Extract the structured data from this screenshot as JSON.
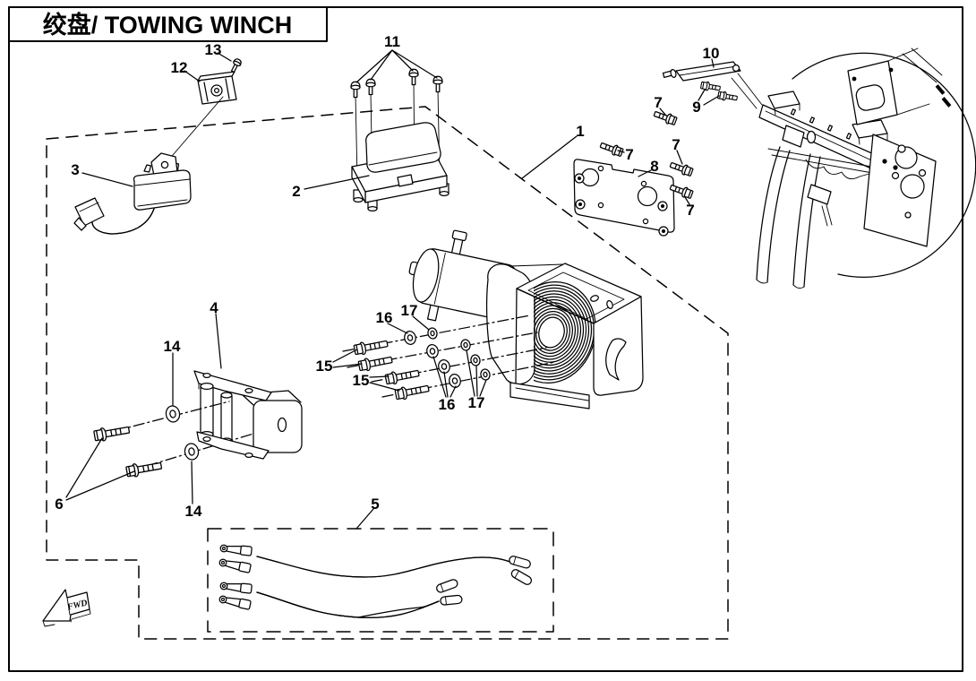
{
  "header": {
    "title": "绞盘/ TOWING WINCH"
  },
  "diagram": {
    "type": "exploded-parts-diagram",
    "subject": "towing winch installation",
    "fwd_marker_label": "FWD",
    "colors": {
      "line": "#000000",
      "background": "#ffffff"
    },
    "callouts": [
      {
        "text": "1",
        "points_to": "winch-assembly-boundary"
      },
      {
        "text": "2",
        "points_to": "contactor-box"
      },
      {
        "text": "3",
        "points_to": "winch-switch"
      },
      {
        "text": "4",
        "points_to": "winch-mount-bracket"
      },
      {
        "text": "5",
        "points_to": "battery-cables"
      },
      {
        "text": "6",
        "points_to": "flange-bolts"
      },
      {
        "text": "7",
        "points_to": "flange-bolt"
      },
      {
        "text": "7",
        "points_to": "flange-bolt"
      },
      {
        "text": "7",
        "points_to": "flange-bolt"
      },
      {
        "text": "7",
        "points_to": "flange-bolt"
      },
      {
        "text": "8",
        "points_to": "winch-mounting-plate"
      },
      {
        "text": "9",
        "points_to": "bolts"
      },
      {
        "text": "10",
        "points_to": "support-bracket"
      },
      {
        "text": "11",
        "points_to": "screws"
      },
      {
        "text": "12",
        "points_to": "switch-bracket"
      },
      {
        "text": "13",
        "points_to": "screw"
      },
      {
        "text": "14",
        "points_to": "washer"
      },
      {
        "text": "14",
        "points_to": "washer"
      },
      {
        "text": "15",
        "points_to": "mounting-bolts"
      },
      {
        "text": "15",
        "points_to": "mounting-bolts"
      },
      {
        "text": "16",
        "points_to": "flat-washer"
      },
      {
        "text": "16",
        "points_to": "flat-washers"
      },
      {
        "text": "17",
        "points_to": "spring-washer"
      },
      {
        "text": "17",
        "points_to": "spring-washers"
      }
    ]
  }
}
